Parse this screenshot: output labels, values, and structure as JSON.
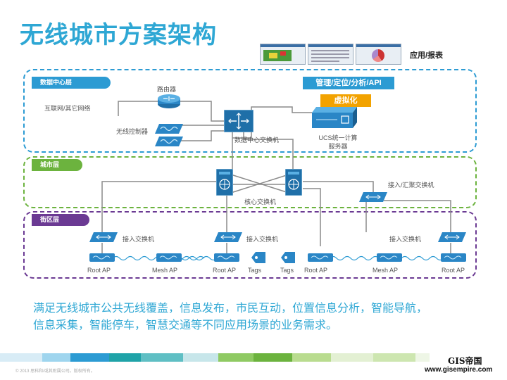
{
  "title": "无线城市方案架构",
  "apps_label": "应用/报表",
  "layers": {
    "datacenter": "数据中心层",
    "city": "城市层",
    "street": "街区层"
  },
  "mgmt_label": "管理/定位/分析/API",
  "virtualization_label": "虚拟化",
  "devices": {
    "router": "路由器",
    "internet": "互联网/其它网络",
    "wlc": "无线控制器",
    "dc_switch": "数据中心交换机",
    "ucs": "UCS统一计算\n服务器",
    "core_switch": "核心交换机",
    "agg_switch": "接入/汇聚交换机",
    "access_switch": "接入交换机"
  },
  "street_nodes": [
    "Root AP",
    "Mesh AP",
    "Root AP",
    "Tags",
    "Tags",
    "Root AP",
    "Mesh AP",
    "Root AP"
  ],
  "description_line1": "满足无线城市公共无线覆盖，信息发布，市民互动，位置信息分析，智能导航，",
  "description_line2": "信息采集，智能停车，智慧交通等不同应用场景的业务需求。",
  "copyright": "© 2013 思科和/或其附属公司。版权所有。",
  "watermark": {
    "logo": "GIS帝国",
    "url": "www.gisempire.com"
  },
  "colors": {
    "title": "#2ea7d4",
    "datacenter": "#2c9bd3",
    "city": "#6cb33e",
    "street": "#6b3a93",
    "virtualization": "#f2a200"
  }
}
